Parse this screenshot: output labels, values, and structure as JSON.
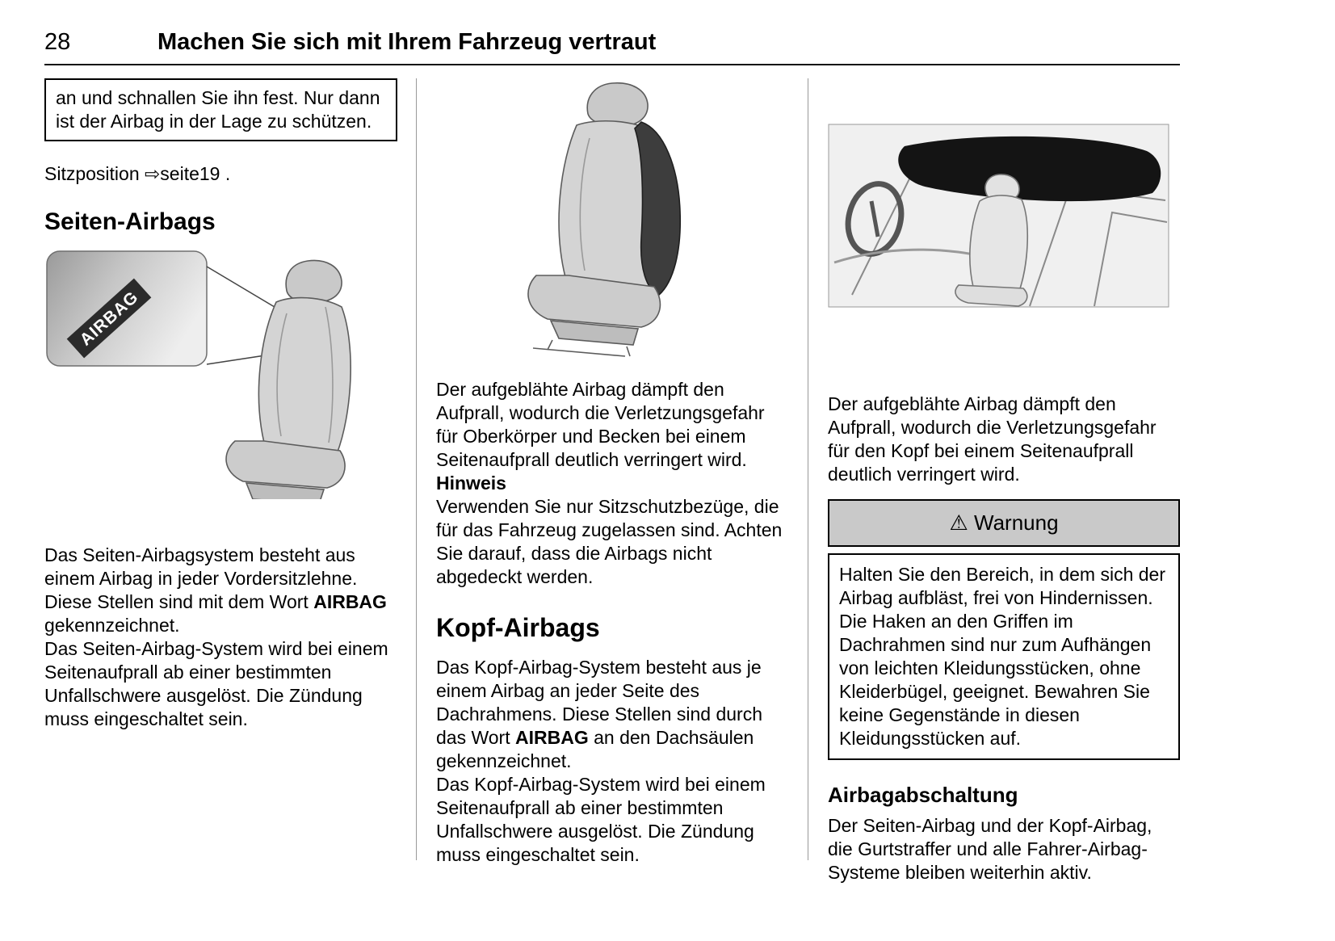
{
  "page": {
    "number": "28",
    "title": "Machen Sie sich mit Ihrem Fahrzeug vertraut"
  },
  "col_left": {
    "carryover_box": "an und schnallen Sie ihn fest. Nur dann ist der Airbag in der Lage zu schützen.",
    "seat_position_ref": {
      "label": "Sitzposition ",
      "link": "⇨seite19",
      "suffix": " ."
    },
    "heading": "Seiten-Airbags",
    "illustration": {
      "airbag_tag": "AIRBAG"
    },
    "para1": {
      "t1": "Das Seiten-Airbagsystem besteht aus einem Airbag in jeder Vordersitzlehne. Diese Stellen sind mit dem Wort ",
      "bold": "AIRBAG",
      "t2": " gekennzeichnet."
    },
    "para2": "Das Seiten-Airbag-System wird bei einem Seitenaufprall ab einer bestimmten Unfallschwere ausgelöst. Die Zündung muss eingeschaltet sein."
  },
  "col_middle": {
    "para1": "Der aufgeblähte Airbag dämpft den Aufprall, wodurch die Verletzungsgefahr für Oberkörper und Becken bei einem Seitenaufprall deutlich verringert wird.",
    "note_label": "Hinweis",
    "note_text": "Verwenden Sie nur Sitzschutzbezüge, die für das Fahrzeug zugelassen sind. Achten Sie darauf, dass die Airbags nicht abgedeckt werden.",
    "heading": "Kopf-Airbags",
    "para2": {
      "t1": "Das Kopf-Airbag-System besteht aus je einem Airbag an jeder Seite des Dachrahmens. Diese Stellen sind durch das Wort ",
      "bold": "AIRBAG",
      "t2": " an den Dachsäulen gekennzeichnet."
    },
    "para3": "Das Kopf-Airbag-System wird bei einem Seitenaufprall ab einer bestimmten Unfallschwere ausgelöst. Die Zündung muss eingeschaltet sein."
  },
  "col_right": {
    "para1": "Der aufgeblähte Airbag dämpft den Aufprall, wodurch die Verletzungsgefahr für den Kopf bei einem Seitenaufprall deutlich verringert wird.",
    "warning": {
      "icon": "⚠",
      "title": "Warnung",
      "text": "Halten Sie den Bereich, in dem sich der Airbag aufbläst, frei von Hindernissen. Die Haken an den Griffen im Dachrahmen sind nur zum Aufhängen von leichten Kleidungsstücken, ohne Kleiderbügel, geeignet. Bewahren Sie keine Gegenstände in diesen Kleidungsstücken auf."
    },
    "heading": "Airbagabschaltung",
    "para2": "Der Seiten-Airbag und der Kopf-Airbag, die Gurtstraffer und alle Fahrer-Airbag-Systeme bleiben weiterhin aktiv."
  },
  "colors": {
    "warning_header_bg": "#c9c9c9",
    "text": "#000000",
    "divider": "#999999"
  }
}
